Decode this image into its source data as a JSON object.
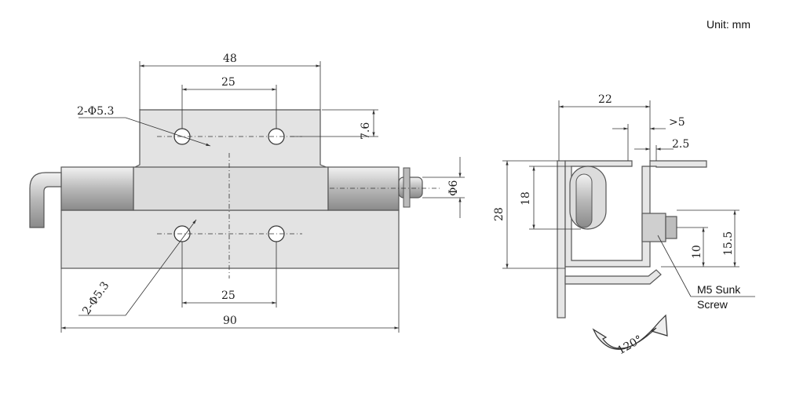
{
  "unit_label": "Unit: mm",
  "front_view": {
    "dim_48": "48",
    "dim_25_top": "25",
    "dim_7_6": "7.6",
    "hole_label_top": "2-Φ5.3",
    "dim_phi6": "Φ6",
    "hole_label_bottom": "2-Φ5.3",
    "dim_25_bottom": "25",
    "dim_90": "90"
  },
  "side_view": {
    "dim_22": "22",
    "dim_gt5": ">5",
    "dim_2_5": "2.5",
    "dim_28": "28",
    "dim_18": "18",
    "dim_10": "10",
    "dim_15_5": "15.5",
    "screw_label_line1": "M5 Sunk",
    "screw_label_line2": "Screw",
    "rotation_label": "120°"
  },
  "colors": {
    "part_fill": "#e3e3e3",
    "line": "#333333"
  }
}
